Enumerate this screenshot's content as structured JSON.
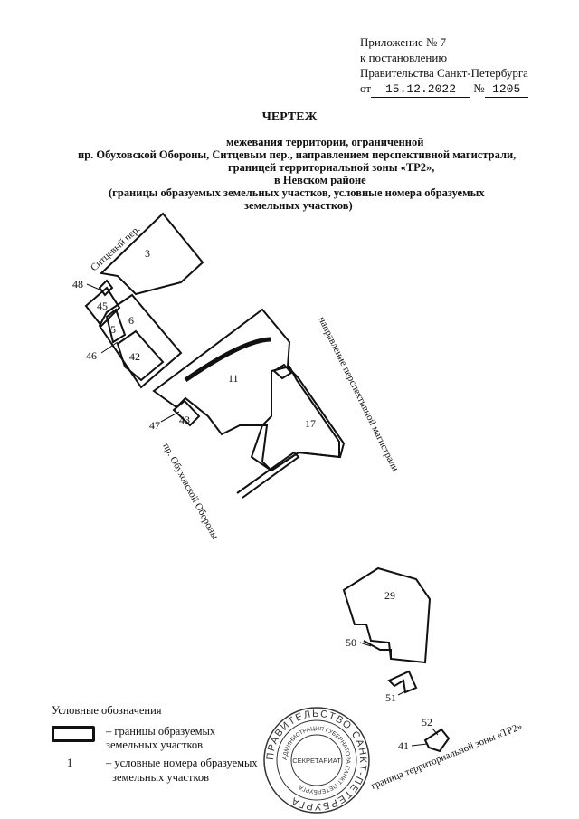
{
  "appendix": {
    "line1": "Приложение № 7",
    "line2": "к постановлению",
    "line3": "Правительства Санкт-Петербурга",
    "date_prefix": "от",
    "date": "15.12.2022",
    "number_prefix": "№",
    "number": "1205"
  },
  "title": "ЧЕРТЕЖ",
  "subtitle": [
    "межевания  территории, ограниченной",
    "пр. Обуховской Обороны,  Ситцевым пер.,  направлением перспективной магистрали,",
    "границей территориальной зоны «ТР2»,",
    "в Невском районе",
    "(границы образуемых земельных участков,  условные номера образуемых",
    "земельных участков)"
  ],
  "map": {
    "parcels": [
      "3",
      "48",
      "45",
      "5",
      "6",
      "46",
      "42",
      "11",
      "47",
      "43",
      "17",
      "29",
      "50",
      "51",
      "52",
      "41"
    ],
    "streets": {
      "sitcevy": "Ситцевый пер.",
      "obukhovskoy": "пр. Обуховской Обороны",
      "magistral": "направление перспективной магистрали",
      "tr2": "граница территориальной зоны «ТР2»"
    }
  },
  "legend": {
    "heading": "Условные обозначения",
    "items": [
      {
        "symbol": "boundary-rect",
        "text": "– границы образуемых земельных участков"
      },
      {
        "symbol": "1",
        "text": "– условные номера образуемых",
        "text2": "земельных участков"
      }
    ]
  },
  "stamp": {
    "outer_text": "ПРАВИТЕЛЬСТВО САНКТ-ПЕТЕРБУРГА",
    "inner_text": "АДМИНИСТРАЦИЯ ГУБЕРНАТОРА САНКТ-ПЕТЕРБУРГА",
    "center": "СЕКРЕТАРИАТ",
    "color": "#333333"
  }
}
